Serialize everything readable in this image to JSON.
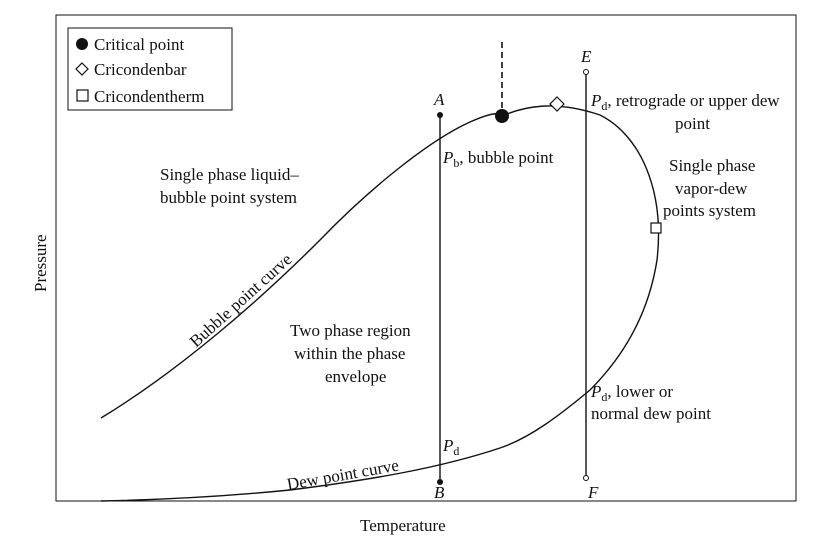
{
  "legend": {
    "critical": "Critical point",
    "cricondenbar": "Cricondenbar",
    "cricondentherm": "Cricondentherm"
  },
  "axes": {
    "x": "Temperature",
    "y": "Pressure"
  },
  "points": {
    "A": "A",
    "B": "B",
    "E": "E",
    "F": "F"
  },
  "labels": {
    "liquid_line1": "Single phase liquid–",
    "liquid_line2": "bubble point system",
    "vapor_line1": "Single phase",
    "vapor_line2": "vapor-dew",
    "vapor_line3": "points system",
    "two_phase_line1": "Two phase region",
    "two_phase_line2": "within the phase",
    "two_phase_line3": "envelope",
    "bubble_curve": "Bubble point curve",
    "dew_curve": "Dew point curve",
    "P": "P",
    "sub_b": "b",
    "sub_d": "d",
    "bubble_point": ", bubble point",
    "retro_line1": ", retrograde or upper dew",
    "retro_line2": "point",
    "lower_line1": ", lower or",
    "lower_line2": "normal dew point"
  }
}
